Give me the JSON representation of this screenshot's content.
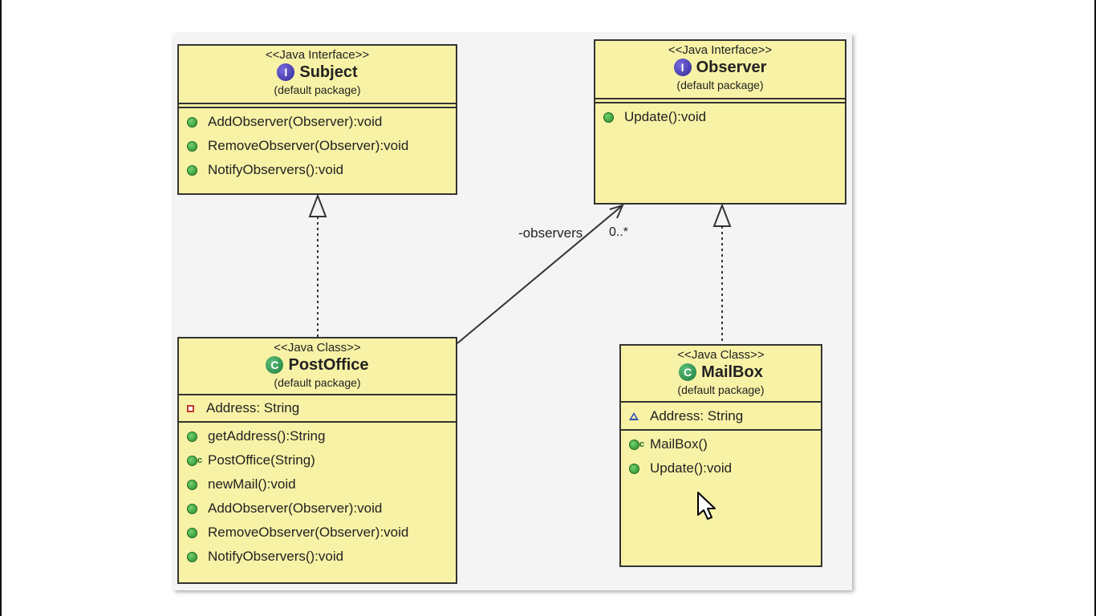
{
  "boxes": {
    "subject": {
      "stereotype": "<<Java Interface>>",
      "badge": "I",
      "name": "Subject",
      "package": "(default package)",
      "methods": [
        "AddObserver(Observer):void",
        "RemoveObserver(Observer):void",
        "NotifyObservers():void"
      ]
    },
    "observer": {
      "stereotype": "<<Java Interface>>",
      "badge": "I",
      "name": "Observer",
      "package": "(default package)",
      "methods": [
        "Update():void"
      ]
    },
    "postoffice": {
      "stereotype": "<<Java Class>>",
      "badge": "C",
      "name": "PostOffice",
      "package": "(default package)",
      "attributes": [
        "Address: String"
      ],
      "methods": [
        "getAddress():String",
        "PostOffice(String)",
        "newMail():void",
        "AddObserver(Observer):void",
        "RemoveObserver(Observer):void",
        "NotifyObservers():void"
      ],
      "constructor_marker": "c"
    },
    "mailbox": {
      "stereotype": "<<Java Class>>",
      "badge": "C",
      "name": "MailBox",
      "package": "(default package)",
      "attributes": [
        "Address: String"
      ],
      "methods": [
        "MailBox()",
        "Update():void"
      ],
      "constructor_marker": "c"
    }
  },
  "association": {
    "role": "-observers",
    "multiplicity": "0..*"
  },
  "colors": {
    "box_fill": "#f8f2a6",
    "border": "#333333",
    "canvas": "#f4f4f4",
    "public_method": "#3ca03c",
    "private_field": "#c0392b",
    "package_field": "#3050b0",
    "interface_badge": "#3a2fa0",
    "class_badge": "#1d7a3c"
  },
  "icons": [
    "interface-icon",
    "class-icon",
    "public-method-icon",
    "private-field-icon",
    "package-field-icon",
    "constructor-icon",
    "mouse-cursor-icon"
  ]
}
